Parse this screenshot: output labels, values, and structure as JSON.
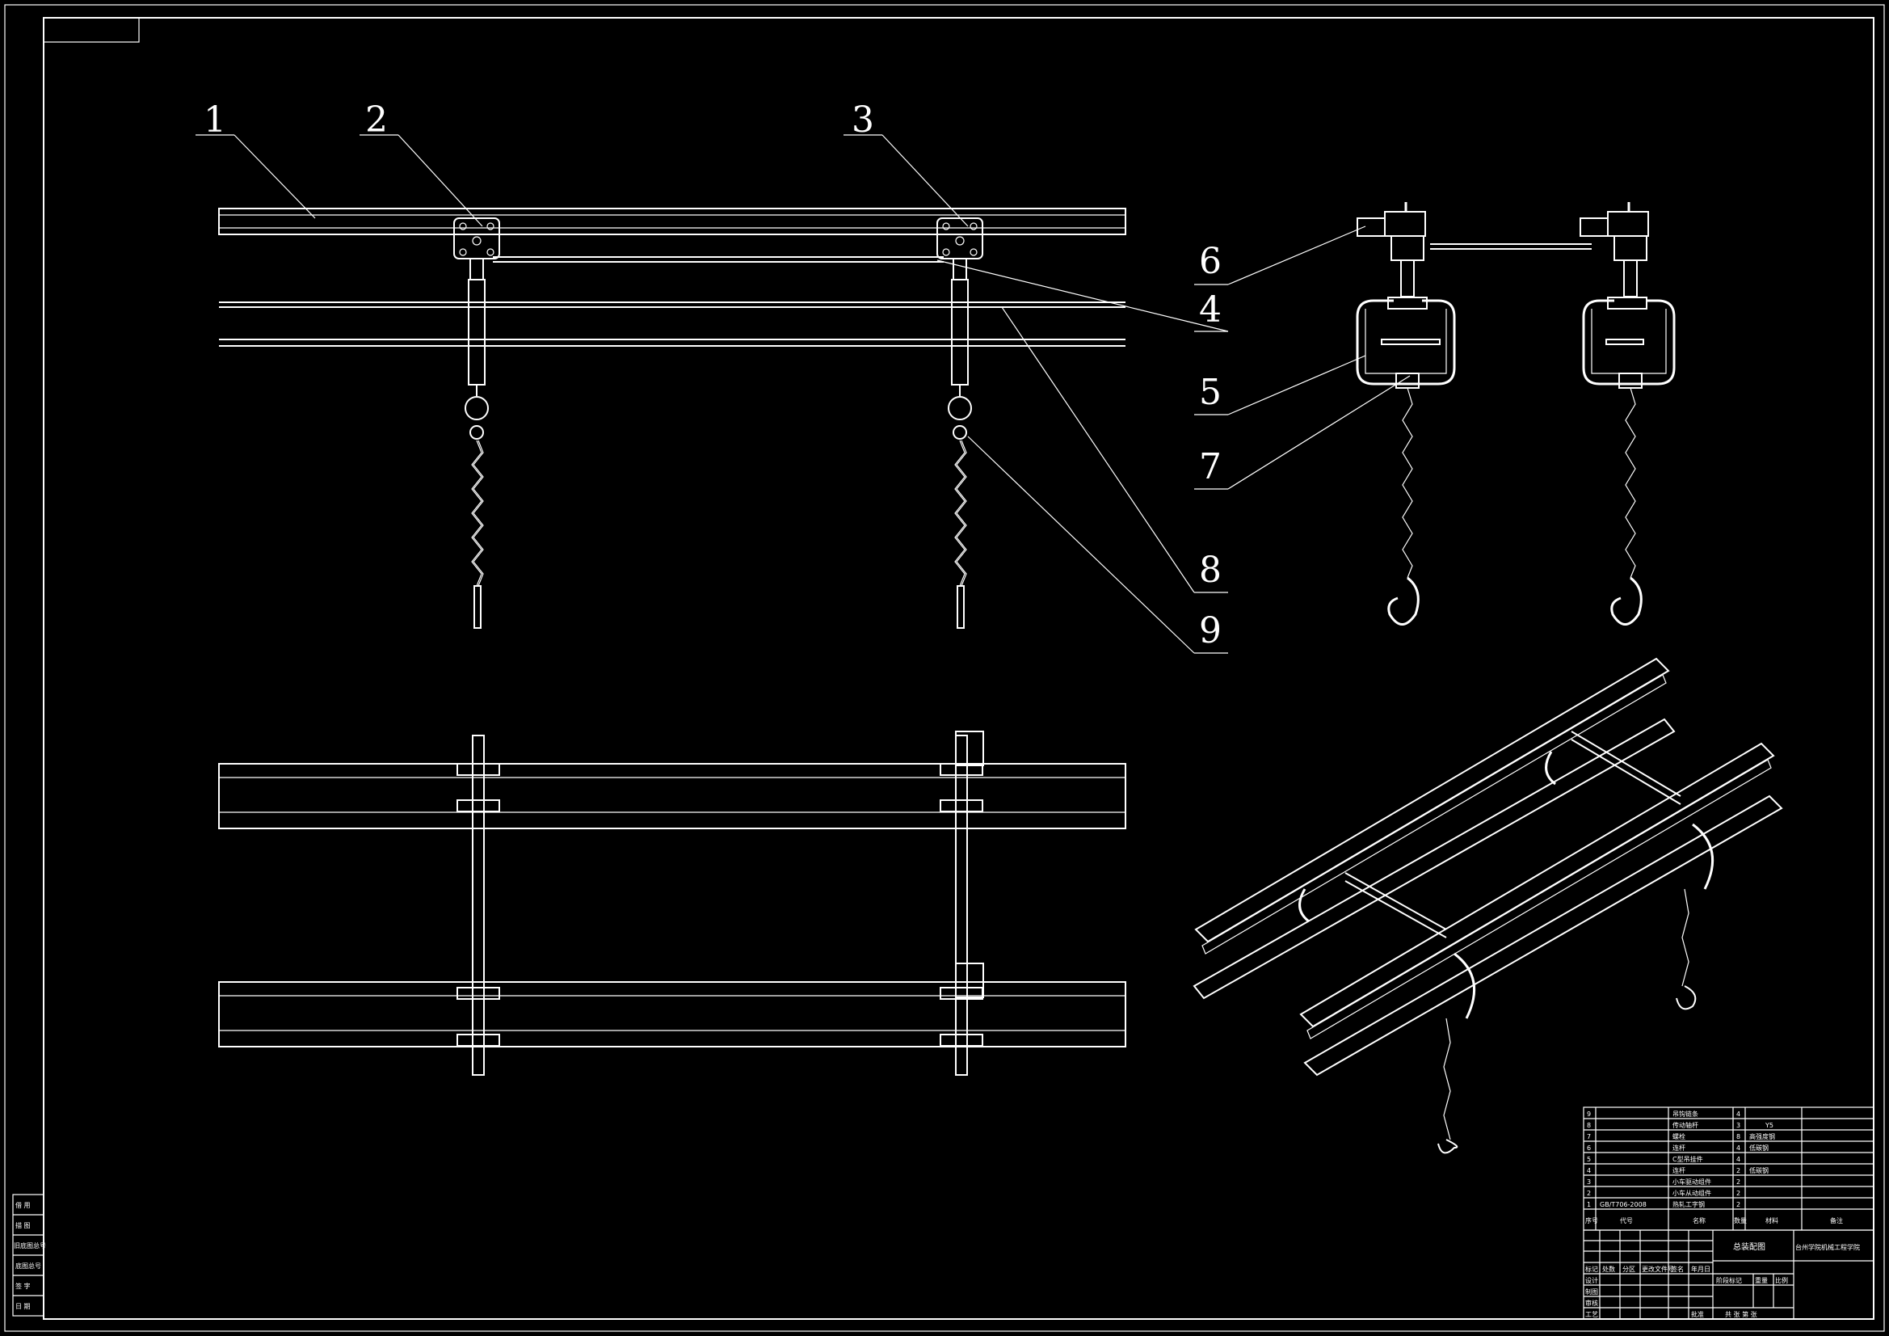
{
  "callouts": [
    "1",
    "2",
    "3",
    "6",
    "4",
    "5",
    "7",
    "8",
    "9"
  ],
  "title_block": {
    "rows": [
      {
        "no": "9",
        "code": "",
        "name": "吊钩链条",
        "qty": "4",
        "material": "",
        "note": ""
      },
      {
        "no": "8",
        "code": "",
        "name": "传动轴杆",
        "qty": "3",
        "material": "Y5",
        "note": ""
      },
      {
        "no": "7",
        "code": "",
        "name": "螺栓",
        "qty": "8",
        "material": "高强度钢",
        "note": ""
      },
      {
        "no": "6",
        "code": "",
        "name": "连杆",
        "qty": "4",
        "material": "低碳钢",
        "note": ""
      },
      {
        "no": "5",
        "code": "",
        "name": "C型吊挂件",
        "qty": "4",
        "material": "",
        "note": ""
      },
      {
        "no": "4",
        "code": "",
        "name": "连杆",
        "qty": "2",
        "material": "低碳钢",
        "note": ""
      },
      {
        "no": "3",
        "code": "",
        "name": "小车驱动组件",
        "qty": "2",
        "material": "",
        "note": ""
      },
      {
        "no": "2",
        "code": "",
        "name": "小车从动组件",
        "qty": "2",
        "material": "",
        "note": ""
      },
      {
        "no": "1",
        "code": "GB/T706-2008",
        "name": "热轧工字钢",
        "qty": "2",
        "material": "",
        "note": ""
      }
    ],
    "header": {
      "no": "序号",
      "code": "代号",
      "name": "名称",
      "qty": "数量",
      "material": "材料",
      "note": "备注"
    },
    "drawing_name": "总装配图",
    "school": "台州学院机械工程学院",
    "sign_labels": [
      "标记",
      "处数",
      "分区",
      "更改文件号",
      "签名",
      "年月日"
    ],
    "staff_labels": [
      "设计",
      "制图",
      "审核",
      "工艺"
    ],
    "scale_labels": [
      "阶段标记",
      "重量",
      "比例"
    ],
    "sheet_label": "共 张 第 张",
    "approve_label": "批准"
  },
  "side_block": [
    "借 用",
    "描 图",
    "旧底图总号",
    "底图总号",
    "签 字",
    "日 期"
  ]
}
